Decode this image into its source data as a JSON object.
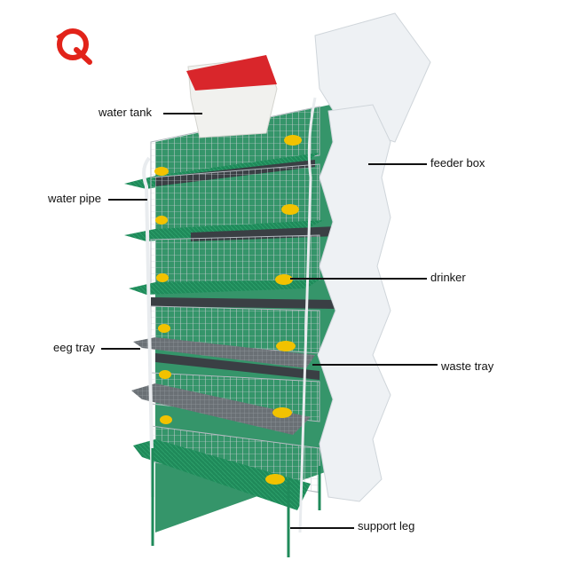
{
  "logo": {
    "name": "q-brand-logo",
    "color": "#e2231a"
  },
  "labels": {
    "water_tank": "water tank",
    "water_pipe": "water pipe",
    "eeg_tray": "eeg tray",
    "feeder_box": "feeder box",
    "drinker": "drinker",
    "waste_tray": "waste tray",
    "support_leg": "support leg"
  },
  "colors": {
    "cage_floor": "#1f8a5a",
    "wire": "#c9ced3",
    "tray": "#5b6166",
    "drinker": "#f2c200",
    "feeder": "#eef1f4",
    "tank_lid": "#d9262b",
    "tank_body": "#f1f1ee"
  }
}
